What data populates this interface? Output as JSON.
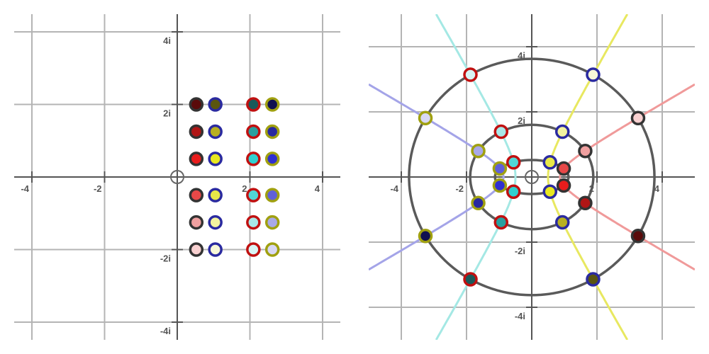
{
  "chart_data": [
    {
      "type": "scatter",
      "plane": "complex",
      "xlim": [
        -4.49,
        4.49
      ],
      "ylim": [
        -4.49,
        4.49
      ],
      "grid": true,
      "x_tick_labels": [
        "-4",
        "-2",
        "2",
        "4"
      ],
      "y_tick_labels": [
        "4i",
        "2i",
        "-2i",
        "-4i"
      ],
      "x_ticks": [
        -4,
        -2,
        2,
        4
      ],
      "y_ticks": [
        4,
        2,
        -2,
        -4
      ],
      "columns": [
        {
          "x": 0.5236,
          "border": "#333333",
          "fills": [
            "#5a0a0a",
            "#b01515",
            "#e81c1c",
            "#e84848",
            "#f0a0a0",
            "#f8d0d0"
          ]
        },
        {
          "x": 1.0472,
          "border": "#2a2aa0",
          "fills": [
            "#5a5510",
            "#b8b020",
            "#e8e820",
            "#e8e848",
            "#f4f4a0",
            "#f8f8d8"
          ]
        },
        {
          "x": 2.0944,
          "border": "#c01010",
          "fills": [
            "#1a5a5a",
            "#28a0a0",
            "#30d0d0",
            "#50d8d8",
            "#a8e8e8",
            "#d8f4f4"
          ]
        },
        {
          "x": 2.618,
          "border": "#a0a010",
          "fills": [
            "#101050",
            "#2828a0",
            "#3030d0",
            "#6060d8",
            "#a8a8e8",
            "#d8d8f4"
          ]
        }
      ],
      "rows_y": [
        2,
        1.25,
        0.5,
        -0.5,
        -1.25,
        -2
      ]
    },
    {
      "type": "scatter",
      "plane": "complex",
      "xlim": [
        -5.0,
        5.0
      ],
      "ylim": [
        -5.0,
        5.0
      ],
      "grid": true,
      "x_tick_labels": [
        "-4",
        "-2",
        "2",
        "4"
      ],
      "y_tick_labels": [
        "4i",
        "2i",
        "-2i",
        "-4i"
      ],
      "x_ticks": [
        -4,
        -2,
        2,
        4
      ],
      "y_ticks": [
        4,
        2,
        -2,
        -4
      ],
      "curve_colors": [
        "#f09a9a",
        "#e8e860",
        "#a4e8e4",
        "#a4a4e8"
      ],
      "ellipse_color": "#5a5a5a",
      "points": [
        [
          [
            3.26,
            -1.81
          ],
          [
            1.64,
            -0.8
          ],
          [
            0.98,
            -0.26
          ],
          [
            0.98,
            0.26
          ],
          [
            1.64,
            0.8
          ],
          [
            3.26,
            1.81
          ]
        ],
        [
          [
            1.88,
            -3.14
          ],
          [
            0.94,
            -1.39
          ],
          [
            0.56,
            -0.45
          ],
          [
            0.56,
            0.45
          ],
          [
            0.94,
            1.39
          ],
          [
            1.88,
            3.14
          ]
        ],
        [
          [
            -1.88,
            -3.14
          ],
          [
            -0.94,
            -1.39
          ],
          [
            -0.56,
            -0.45
          ],
          [
            -0.56,
            0.45
          ],
          [
            -0.94,
            1.39
          ],
          [
            -1.88,
            3.14
          ]
        ],
        [
          [
            -3.26,
            -1.81
          ],
          [
            -1.64,
            -0.8
          ],
          [
            -0.98,
            -0.26
          ],
          [
            -0.98,
            0.26
          ],
          [
            -1.64,
            0.8
          ],
          [
            -3.26,
            1.81
          ]
        ]
      ]
    }
  ]
}
